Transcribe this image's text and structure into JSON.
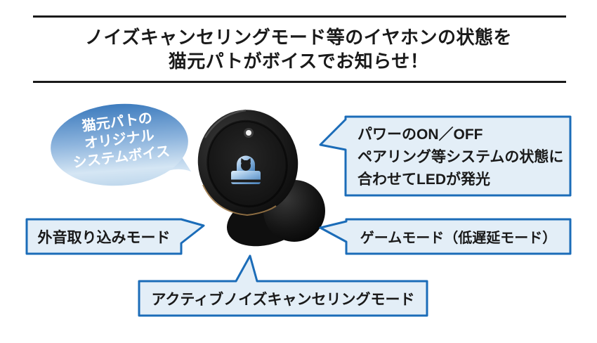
{
  "header": {
    "title_line1": "ノイズキャンセリングモード等のイヤホンの状態を",
    "title_line2": "猫元パトがボイスでお知らせ！"
  },
  "speech_bubble": {
    "line1": "猫元パトの",
    "line2": "オリジナル",
    "line3": "システムボイス"
  },
  "callouts": {
    "led_status": {
      "line1": "パワーのON／OFF",
      "line2": "ペアリング等システムの状態に",
      "line3": "合わせてLEDが発光"
    },
    "ambient_mode": {
      "label": "外音取り込みモード"
    },
    "game_mode": {
      "label": "ゲームモード（低遅延モード）"
    },
    "anc_mode": {
      "label": "アクティブノイズキャンセリングモード"
    }
  },
  "earbud": {
    "icons": [
      "led-indicator",
      "beacon-lamp-icon"
    ]
  },
  "colors": {
    "accent_border": "#1b6cb8",
    "callout_fill": "#e3eef7",
    "bubble_top": "#3e7cbe",
    "bubble_bottom": "#bed7ec",
    "title_text": "#1a1a1a",
    "body_text": "#1a1a1a",
    "earbud_black": "#141414",
    "lamp_blue": "#4a82ba",
    "gold_rim": "#9a7747"
  }
}
